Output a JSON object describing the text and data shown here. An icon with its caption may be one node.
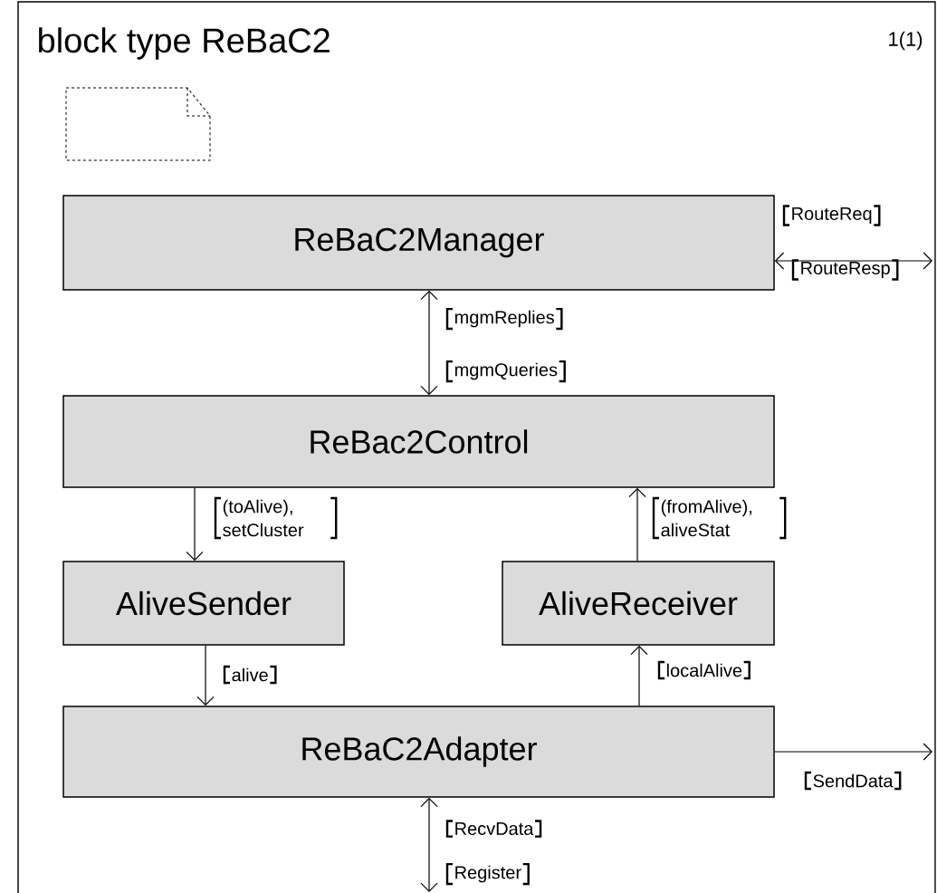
{
  "diagram": {
    "title": "block type ReBaC2",
    "nodes": [
      {
        "text": [
          "ReBaC2Manager"
        ]
      },
      {
        "text": [
          "ReBac2Control"
        ]
      },
      {
        "text": [
          "AliveSender"
        ]
      },
      {
        "text": [
          "AliveReceiver"
        ]
      },
      {
        "text": [
          "ReBaC2Adapter"
        ]
      }
    ],
    "edges": [
      {
        "from": null,
        "to": 0,
        "arrow": "both",
        "label": "RouteReq"
      },
      {
        "from": 0,
        "to": 1,
        "arrow": "both",
        "label": "mgmReplies"
      },
      {
        "from": 1,
        "to": 2,
        "arrow": "to",
        "label": "(toAlive), setCluster"
      },
      {
        "from": 3,
        "to": 1,
        "arrow": "to",
        "label": "(fromAlive), aliveStat"
      },
      {
        "from": 2,
        "to": 4,
        "arrow": "to",
        "label": "alive"
      },
      {
        "from": 4,
        "to": 3,
        "arrow": "to",
        "label": "localAlive"
      },
      {
        "from": 4,
        "to": null,
        "arrow": "to",
        "label": "SendData"
      },
      {
        "from": 4,
        "to": null,
        "arrow": "both",
        "label": "RecvData"
      }
    ],
    "labels": [
      "1(1)",
      "RouteResp",
      "mgmQueries",
      "Register"
    ]
  }
}
